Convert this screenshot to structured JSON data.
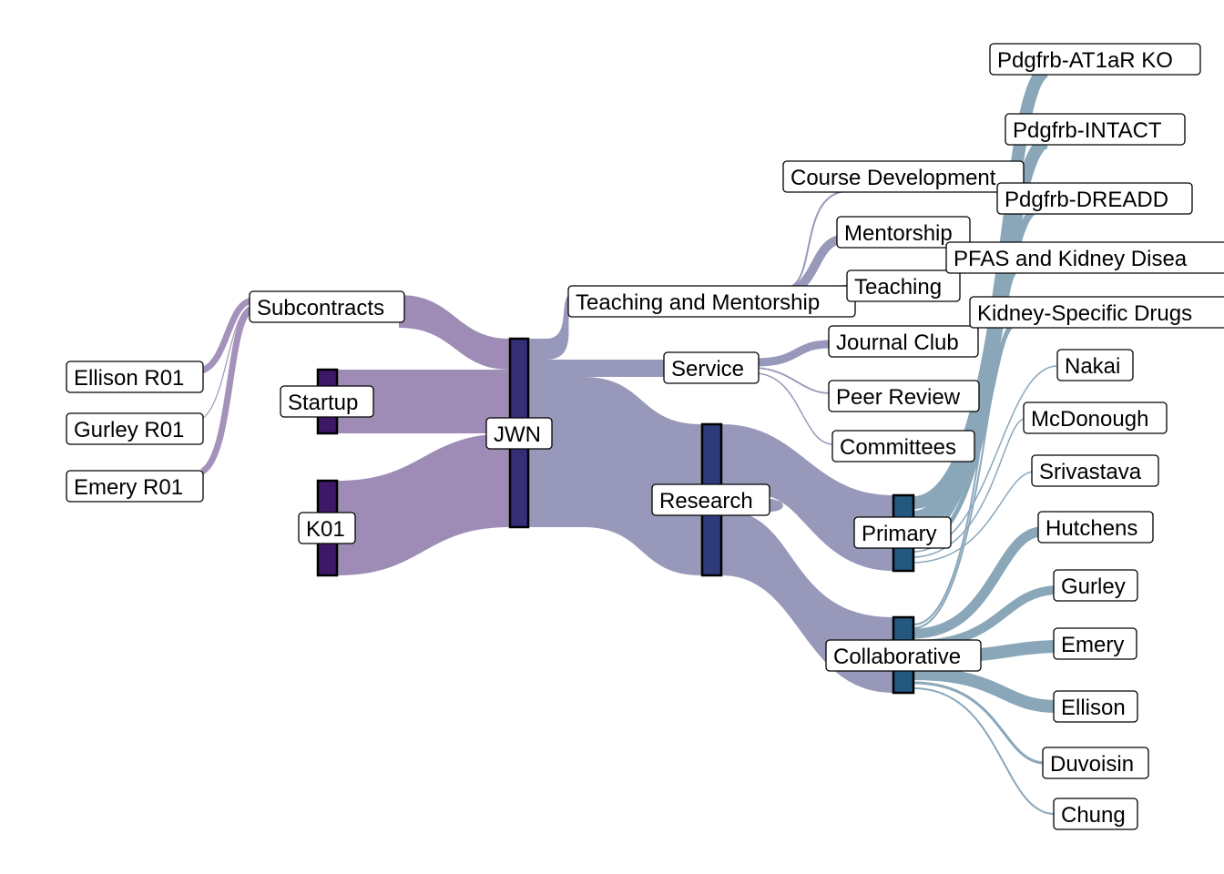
{
  "colors": {
    "funding_flow": "#9a86b2",
    "allocation_flow": "#9898ba",
    "output_flow": "#8aa7ba",
    "node_funding": "#3d1866",
    "node_jwn": "#352f78",
    "node_research": "#2f3a78",
    "node_type": "#25587e",
    "label_border": "#000000",
    "label_fill": "#ffffff"
  },
  "nodes": [
    {
      "id": "ellison_r01",
      "label": "Ellison R01"
    },
    {
      "id": "gurley_r01",
      "label": "Gurley R01"
    },
    {
      "id": "emery_r01",
      "label": "Emery R01"
    },
    {
      "id": "subcontracts",
      "label": "Subcontracts"
    },
    {
      "id": "startup",
      "label": "Startup"
    },
    {
      "id": "k01",
      "label": "K01"
    },
    {
      "id": "jwn",
      "label": "JWN"
    },
    {
      "id": "teaching_mentorship",
      "label": "Teaching and Mentorship"
    },
    {
      "id": "service",
      "label": "Service"
    },
    {
      "id": "research",
      "label": "Research"
    },
    {
      "id": "course_development",
      "label": "Course Development"
    },
    {
      "id": "mentorship",
      "label": "Mentorship"
    },
    {
      "id": "teaching",
      "label": "Teaching"
    },
    {
      "id": "journal_club",
      "label": "Journal Club"
    },
    {
      "id": "peer_review",
      "label": "Peer Review"
    },
    {
      "id": "committees",
      "label": "Committees"
    },
    {
      "id": "primary",
      "label": "Primary"
    },
    {
      "id": "collaborative",
      "label": "Collaborative"
    },
    {
      "id": "pdgfrb_at1ar_ko",
      "label": "Pdgfrb-AT1aR KO"
    },
    {
      "id": "pdgfrb_intact",
      "label": "Pdgfrb-INTACT"
    },
    {
      "id": "pdgfrb_dreadd",
      "label": "Pdgfrb-DREADD"
    },
    {
      "id": "pfas_kidney",
      "label": "PFAS and Kidney Disea"
    },
    {
      "id": "kidney_drugs",
      "label": "Kidney-Specific Drugs"
    },
    {
      "id": "nakai",
      "label": "Nakai"
    },
    {
      "id": "mcdonough",
      "label": "McDonough"
    },
    {
      "id": "srivastava",
      "label": "Srivastava"
    },
    {
      "id": "hutchens",
      "label": "Hutchens"
    },
    {
      "id": "gurley",
      "label": "Gurley"
    },
    {
      "id": "emery",
      "label": "Emery"
    },
    {
      "id": "ellison",
      "label": "Ellison"
    },
    {
      "id": "duvoisin",
      "label": "Duvoisin"
    },
    {
      "id": "chung",
      "label": "Chung"
    }
  ]
}
